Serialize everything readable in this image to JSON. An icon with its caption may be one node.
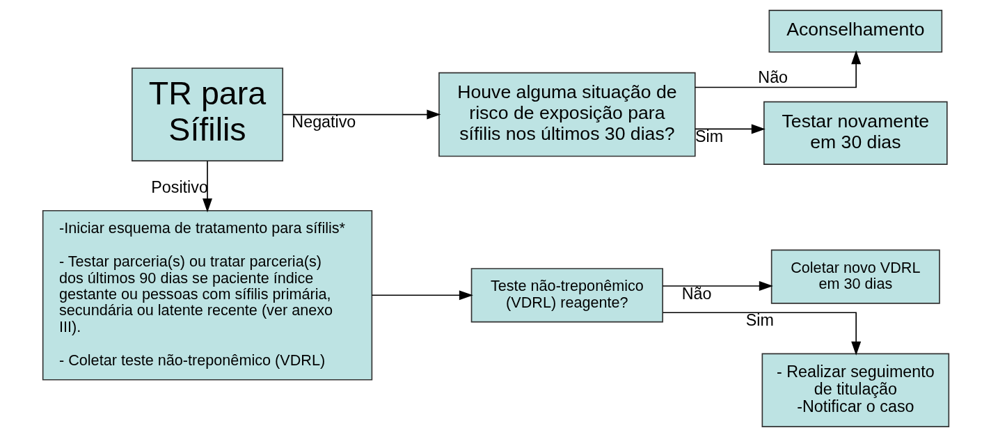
{
  "diagram": {
    "nodes": [
      {
        "text": [
          "TR para Sífilis"
        ]
      },
      {
        "text": [
          "Houve alguma situação de risco de exposição para sífilis nos últimos 30 dias?"
        ]
      },
      {
        "text": [
          "Aconselhamento"
        ]
      },
      {
        "text": [
          "Testar novamente em 30 dias"
        ]
      },
      {
        "text": [
          "-Iniciar esquema de tratamento para sífilis*",
          "- Testar parceria(s) ou tratar parceria(s) dos últimos 90 dias se paciente índice gestante ou pessoas com sífilis primária, secundária ou latente recente (ver anexo III).",
          "- Coletar teste não-treponêmico (VDRL)"
        ]
      },
      {
        "text": [
          "Teste não-treponêmico (VDRL) reagente?"
        ]
      },
      {
        "text": [
          "Coletar novo VDRL em 30 dias"
        ]
      },
      {
        "text": [
          "- Realizar seguimento de titulação",
          "-Notificar o caso"
        ]
      }
    ],
    "edges": [
      {
        "from": 0,
        "to": 1,
        "arrow": "to",
        "label": "Negativo"
      },
      {
        "from": 1,
        "to": 2,
        "arrow": "to",
        "label": "Não"
      },
      {
        "from": 1,
        "to": 3,
        "arrow": "to",
        "label": "Sim"
      },
      {
        "from": 0,
        "to": 4,
        "arrow": "to",
        "label": "Positivo"
      },
      {
        "from": 4,
        "to": 5,
        "arrow": "to"
      },
      {
        "from": 5,
        "to": 6,
        "arrow": "to",
        "label": "Não"
      },
      {
        "from": 5,
        "to": 7,
        "arrow": "to",
        "label": "Sim"
      }
    ]
  }
}
